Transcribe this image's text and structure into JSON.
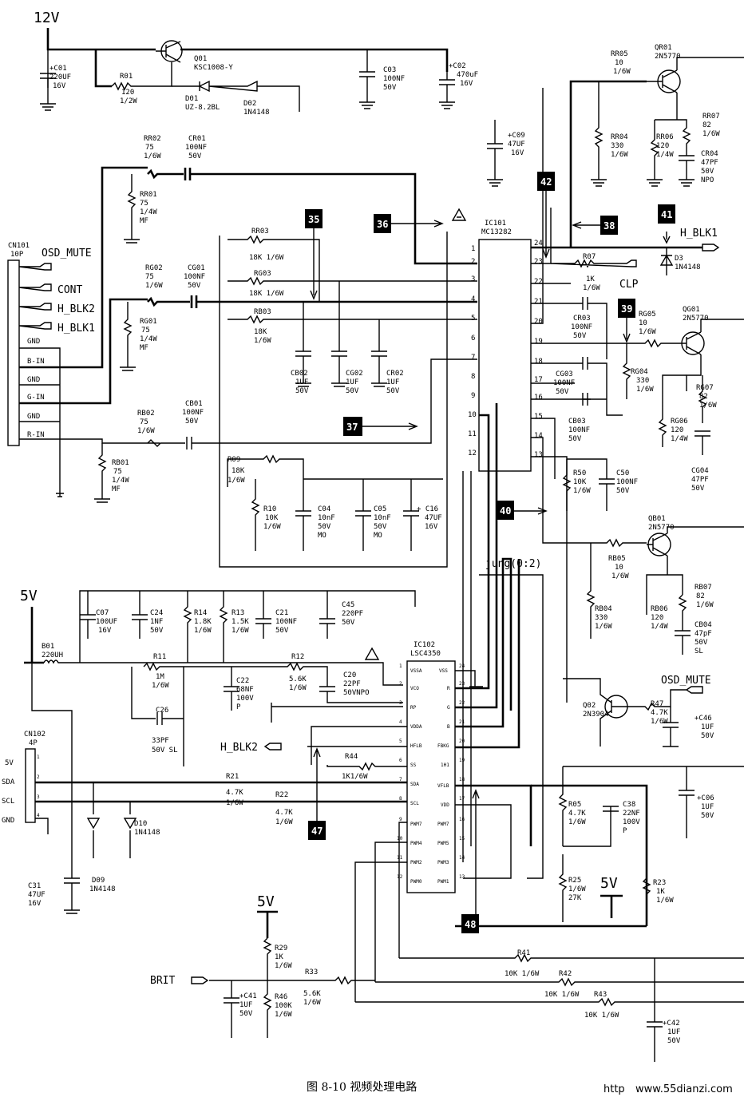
{
  "rails": {
    "v12": "12V",
    "v5a": "5V",
    "v5b": "5V",
    "v5c": "5V"
  },
  "ics": {
    "ic101": {
      "ref": "IC101",
      "part": "MC13282"
    },
    "ic102": {
      "ref": "IC102",
      "part": "LSC4350"
    }
  },
  "ic102_pins_left": [
    "VSSA",
    "VCO",
    "RP",
    "VDDA",
    "HFLB",
    "SS",
    "SDA",
    "SCL",
    "PWM7",
    "PWM4",
    "PWM2",
    "PWM0"
  ],
  "ic102_pins_right": [
    "VSS",
    "R",
    "G",
    "B",
    "FBKG",
    "1H1",
    "VFLB",
    "VDD",
    "PWM7",
    "PWM5",
    "PWM3",
    "PWM1"
  ],
  "ic102_pin_nums_left": [
    "1",
    "2",
    "3",
    "4",
    "5",
    "6",
    "7",
    "8",
    "9",
    "10",
    "11",
    "12"
  ],
  "ic102_pin_nums_right": [
    "24",
    "23",
    "22",
    "21",
    "20",
    "19",
    "18",
    "17",
    "16",
    "15",
    "14",
    "13"
  ],
  "ic101_pin_nums_left": [
    "1",
    "2",
    "3",
    "4",
    "5",
    "6",
    "7",
    "8",
    "9",
    "10",
    "11",
    "12"
  ],
  "ic101_pin_nums_right": [
    "24",
    "23",
    "22",
    "21",
    "20",
    "19",
    "18",
    "17",
    "16",
    "15",
    "14",
    "13"
  ],
  "connectors": {
    "cn101": {
      "ref": "CN101",
      "pins": "10P"
    },
    "cn102": {
      "ref": "CN102",
      "pins": "4P"
    }
  },
  "cn101_labels": [
    "OSD_MUTE",
    "CONT",
    "H_BLK2",
    "H_BLK1",
    "GND",
    "B-IN",
    "GND",
    "G-IN",
    "GND",
    "R-IN"
  ],
  "cn102_labels": [
    "5V",
    "SDA",
    "SCL",
    "GND"
  ],
  "cn102_nums": [
    "1",
    "2",
    "3",
    "4"
  ],
  "signals": {
    "osd_mute_top": "OSD_MUTE",
    "cont": "CONT",
    "hblk2": "H_BLK2",
    "hblk1": "H_BLK1",
    "hblk1_right": "H_BLK1",
    "clp": "CLP",
    "osd_mute_right": "OSD_MUTE",
    "hblk2_bottom": "H_BLK2",
    "brit": "BRIT",
    "jung": "jung(0:2)"
  },
  "components": {
    "q01": [
      "Q01",
      "KSC1008-Y"
    ],
    "c01": [
      "+C01",
      "220UF",
      "16V"
    ],
    "r01": [
      "R01",
      "120",
      "1/2W"
    ],
    "d01": [
      "D01",
      "UZ-8.2BL"
    ],
    "d02": [
      "D02",
      "1N4148"
    ],
    "c03": [
      "C03",
      "100NF",
      "50V"
    ],
    "c02": [
      "+C02",
      "470uF",
      "16V"
    ],
    "qr01": [
      "QR01",
      "2N5770"
    ],
    "rr05": [
      "RR05",
      "10",
      "1/6W"
    ],
    "rr07": [
      "RR07",
      "82",
      "1/6W"
    ],
    "rr04": [
      "RR04",
      "330",
      "1/6W"
    ],
    "rr06": [
      "RR06",
      "120",
      "1/4W"
    ],
    "cr04": [
      "CR04",
      "47PF",
      "50V",
      "NPO"
    ],
    "c09": [
      "+C09",
      "47UF",
      "16V"
    ],
    "rr02": [
      "RR02",
      "75",
      "1/6W"
    ],
    "cr01": [
      "CR01",
      "100NF",
      "50V"
    ],
    "rr01": [
      "RR01",
      "75",
      "1/4W",
      "MF"
    ],
    "rr03": [
      "RR03",
      "18K 1/6W"
    ],
    "rg03": [
      "RG03",
      "18K 1/6W"
    ],
    "rb03": [
      "RB03",
      "18K",
      "1/6W"
    ],
    "rg02": [
      "RG02",
      "75",
      "1/6W"
    ],
    "cg01": [
      "CG01",
      "100NF",
      "50V"
    ],
    "rg01": [
      "RG01",
      "75",
      "1/4W",
      "MF"
    ],
    "cb02": [
      "CB02",
      "1UF",
      "50V"
    ],
    "cg02": [
      "CG02",
      "1UF",
      "50V"
    ],
    "cr02": [
      "CR02",
      "1UF",
      "50V"
    ],
    "rb02": [
      "RB02",
      "75",
      "1/6W"
    ],
    "cb01": [
      "CB01",
      "100NF",
      "50V"
    ],
    "rb01": [
      "RB01",
      "75",
      "1/4W",
      "MF"
    ],
    "r09": [
      "R09",
      "18K",
      "1/6W"
    ],
    "r10": [
      "R10",
      "10K",
      "1/6W"
    ],
    "c04": [
      "C04",
      "10nF",
      "50V",
      "MO"
    ],
    "c05": [
      "C05",
      "10nF",
      "50V",
      "MO"
    ],
    "c16": [
      "+ C16",
      "47UF",
      "16V"
    ],
    "r07": [
      "R07",
      "1K",
      "1/6W"
    ],
    "d3": [
      "D3",
      "1N4148"
    ],
    "cr03": [
      "CR03",
      "100NF",
      "50V"
    ],
    "cg03": [
      "CG03",
      "100NF",
      "50V"
    ],
    "cb03": [
      "CB03",
      "100NF",
      "50V"
    ],
    "rg05": [
      "RG05",
      "10",
      "1/6W"
    ],
    "qg01": [
      "QG01",
      "2N5770"
    ],
    "rg04": [
      "RG04",
      "330",
      "1/6W"
    ],
    "rg07": [
      "RG07",
      "82",
      "1/6W"
    ],
    "rg06": [
      "RG06",
      "120",
      "1/4W"
    ],
    "cg04": [
      "CG04",
      "47PF",
      "50V"
    ],
    "r50": [
      "R50",
      "10K",
      "1/6W"
    ],
    "c50": [
      "C50",
      "100NF",
      "50V"
    ],
    "qb01": [
      "QB01",
      "2N5770"
    ],
    "rb05": [
      "RB05",
      "10",
      "1/6W"
    ],
    "rb04": [
      "RB04",
      "330",
      "1/6W"
    ],
    "rb06": [
      "RB06",
      "120",
      "1/4W"
    ],
    "rb07": [
      "RB07",
      "82",
      "1/6W"
    ],
    "cb04": [
      "CB04",
      "47pF",
      "50V",
      "SL"
    ],
    "c07": [
      "C07",
      "100UF",
      "16V"
    ],
    "c24": [
      "C24",
      "1NF",
      "50V"
    ],
    "r14": [
      "R14",
      "1.8K",
      "1/6W"
    ],
    "r13": [
      "R13",
      "1.5K",
      "1/6W"
    ],
    "c21": [
      "C21",
      "100NF",
      "50V"
    ],
    "c45": [
      "C45",
      "220PF",
      "50V"
    ],
    "b01": [
      "B01",
      "220UH"
    ],
    "r11": [
      "R11",
      "1M",
      "1/6W"
    ],
    "r12": [
      "R12",
      "5.6K",
      "1/6W"
    ],
    "c22": [
      "C22",
      "68NF",
      "100V",
      "P"
    ],
    "c20": [
      "C20",
      "22PF",
      "50VNPO"
    ],
    "c26": [
      "C26",
      "33PF",
      "50V SL"
    ],
    "r44": [
      "R44",
      "1K1/6W"
    ],
    "r21": [
      "R21",
      "4.7K",
      "1/6W"
    ],
    "r22": [
      "R22",
      "4.7K",
      "1/6W"
    ],
    "d09": [
      "D09",
      "1N4148"
    ],
    "d10": [
      "D10",
      "1N4148"
    ],
    "c31": [
      "C31",
      "47UF",
      "16V"
    ],
    "q02": [
      "Q02",
      "2N3904"
    ],
    "r47": [
      "R47",
      "4.7K",
      "1/6W"
    ],
    "c46": [
      "+C46",
      "1UF",
      "50V"
    ],
    "r05": [
      "R05",
      "4.7K",
      "1/6W"
    ],
    "c38": [
      "C38",
      "22NF",
      "100V",
      "P"
    ],
    "c06": [
      "+C06",
      "1UF",
      "50V"
    ],
    "r25": [
      "R25",
      "1/6W",
      "27K"
    ],
    "r23": [
      "R23",
      "1K",
      "1/6W"
    ],
    "r29": [
      "R29",
      "1K",
      "1/6W"
    ],
    "r33": [
      "R33",
      "5.6K",
      "1/6W"
    ],
    "c41": [
      "+C41",
      "1UF",
      "50V"
    ],
    "r46": [
      "R46",
      "100K",
      "1/6W"
    ],
    "r41": [
      "R41",
      "10K 1/6W"
    ],
    "r42": [
      "R42",
      "10K 1/6W"
    ],
    "r43": [
      "R43",
      "10K 1/6W"
    ],
    "c42": [
      "+C42",
      "1UF",
      "50V"
    ]
  },
  "markers": [
    "35",
    "36",
    "37",
    "38",
    "39",
    "40",
    "41",
    "42",
    "47",
    "48"
  ],
  "caption": "图 8-10    视频处理电路",
  "watermark": "www.55dianzi.com",
  "watermark_prefix": "http"
}
